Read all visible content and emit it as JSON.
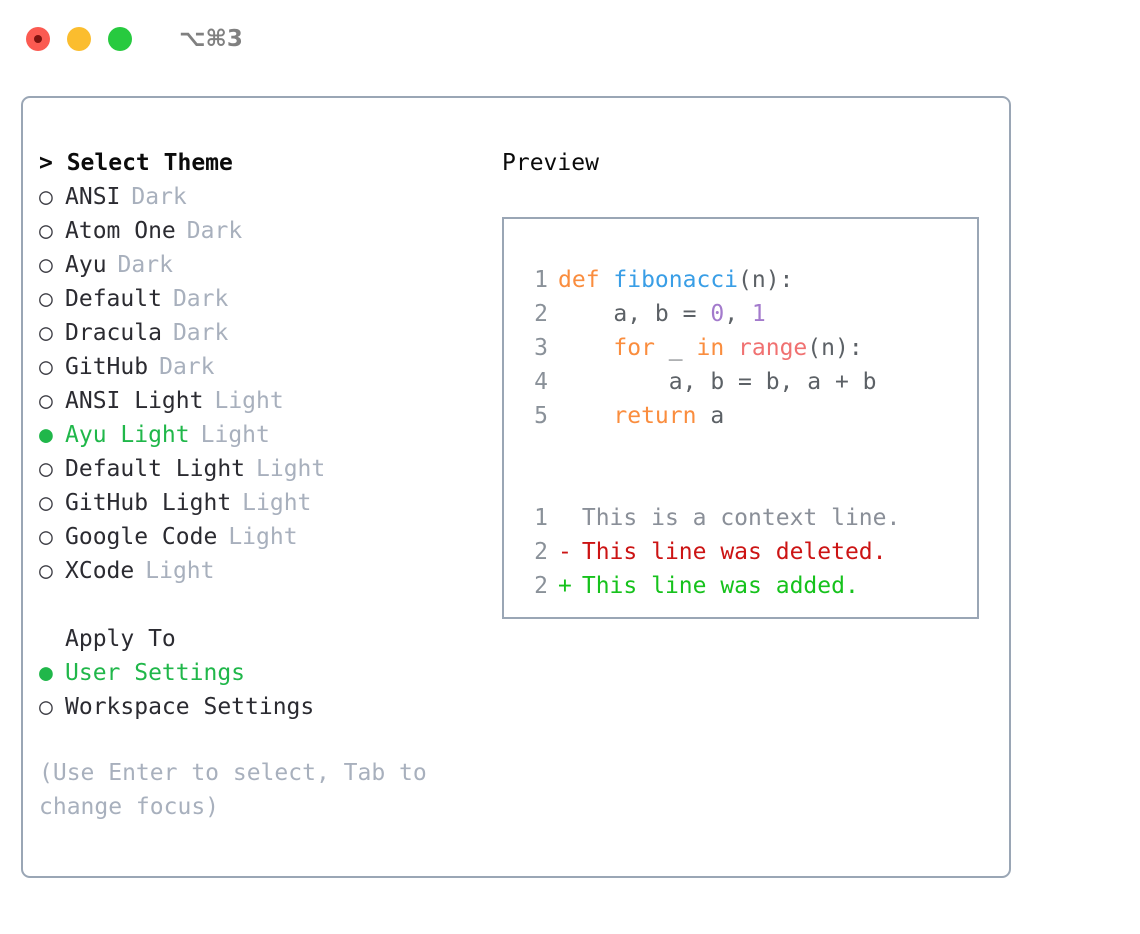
{
  "titlebar": {
    "shortcut": "⌥⌘3",
    "buttons": {
      "close": "close",
      "minimize": "minimize",
      "maximize": "maximize"
    }
  },
  "theme_picker": {
    "header": "> Select Theme",
    "options": [
      {
        "marker": "○",
        "label": "ANSI",
        "tag": "Dark",
        "selected": false
      },
      {
        "marker": "○",
        "label": "Atom One",
        "tag": "Dark",
        "selected": false
      },
      {
        "marker": "○",
        "label": "Ayu",
        "tag": "Dark",
        "selected": false
      },
      {
        "marker": "○",
        "label": "Default",
        "tag": "Dark",
        "selected": false
      },
      {
        "marker": "○",
        "label": "Dracula",
        "tag": "Dark",
        "selected": false
      },
      {
        "marker": "○",
        "label": "GitHub",
        "tag": "Dark",
        "selected": false
      },
      {
        "marker": "○",
        "label": "ANSI Light",
        "tag": "Light",
        "selected": false
      },
      {
        "marker": "●",
        "label": "Ayu Light",
        "tag": "Light",
        "selected": true
      },
      {
        "marker": "○",
        "label": "Default Light",
        "tag": "Light",
        "selected": false
      },
      {
        "marker": "○",
        "label": "GitHub Light",
        "tag": "Light",
        "selected": false
      },
      {
        "marker": "○",
        "label": "Google Code",
        "tag": "Light",
        "selected": false
      },
      {
        "marker": "○",
        "label": "XCode",
        "tag": "Light",
        "selected": false
      }
    ]
  },
  "apply_to": {
    "header": "Apply To",
    "options": [
      {
        "marker": "●",
        "label": "User Settings",
        "selected": true
      },
      {
        "marker": "○",
        "label": "Workspace Settings",
        "selected": false
      }
    ]
  },
  "hint": "(Use Enter to select, Tab to change focus)",
  "preview": {
    "title": "Preview",
    "code_lines": [
      {
        "number": "1",
        "tokens": [
          {
            "text": "def ",
            "type": "kw"
          },
          {
            "text": "fibonacci",
            "type": "fn"
          },
          {
            "text": "(n):",
            "type": "pn"
          }
        ]
      },
      {
        "number": "2",
        "tokens": [
          {
            "text": "    a, b = ",
            "type": "id"
          },
          {
            "text": "0",
            "type": "num"
          },
          {
            "text": ", ",
            "type": "pn"
          },
          {
            "text": "1",
            "type": "num"
          }
        ]
      },
      {
        "number": "3",
        "tokens": [
          {
            "text": "    ",
            "type": "pn"
          },
          {
            "text": "for",
            "type": "kw"
          },
          {
            "text": " _ ",
            "type": "id"
          },
          {
            "text": "in",
            "type": "kw"
          },
          {
            "text": " ",
            "type": "id"
          },
          {
            "text": "range",
            "type": "bi"
          },
          {
            "text": "(n):",
            "type": "pn"
          }
        ]
      },
      {
        "number": "4",
        "tokens": [
          {
            "text": "        a, b = b, a + b",
            "type": "id"
          }
        ]
      },
      {
        "number": "5",
        "tokens": [
          {
            "text": "    ",
            "type": "pn"
          },
          {
            "text": "return",
            "type": "kw"
          },
          {
            "text": " a",
            "type": "id"
          }
        ]
      }
    ],
    "diff_lines": [
      {
        "number": "1",
        "sign": " ",
        "text": "This is a context line.",
        "kind": "context"
      },
      {
        "number": "2",
        "sign": "-",
        "text": "This line was deleted.",
        "kind": "deleted"
      },
      {
        "number": "2",
        "sign": "+",
        "text": "This line was added.",
        "kind": "added"
      }
    ]
  },
  "colors": {
    "selected_green": "#20b74a",
    "muted_gray": "#a8b0bd",
    "border": "#9aa6b5",
    "keyword": "#fa8d3e",
    "function": "#399ee6",
    "number": "#a37acc",
    "builtin": "#f07171",
    "identifier": "#5c6166",
    "gutter": "#8a9199",
    "diff_deleted": "#cc1414",
    "diff_added": "#16c21c",
    "diff_context": "#8a8f98"
  }
}
